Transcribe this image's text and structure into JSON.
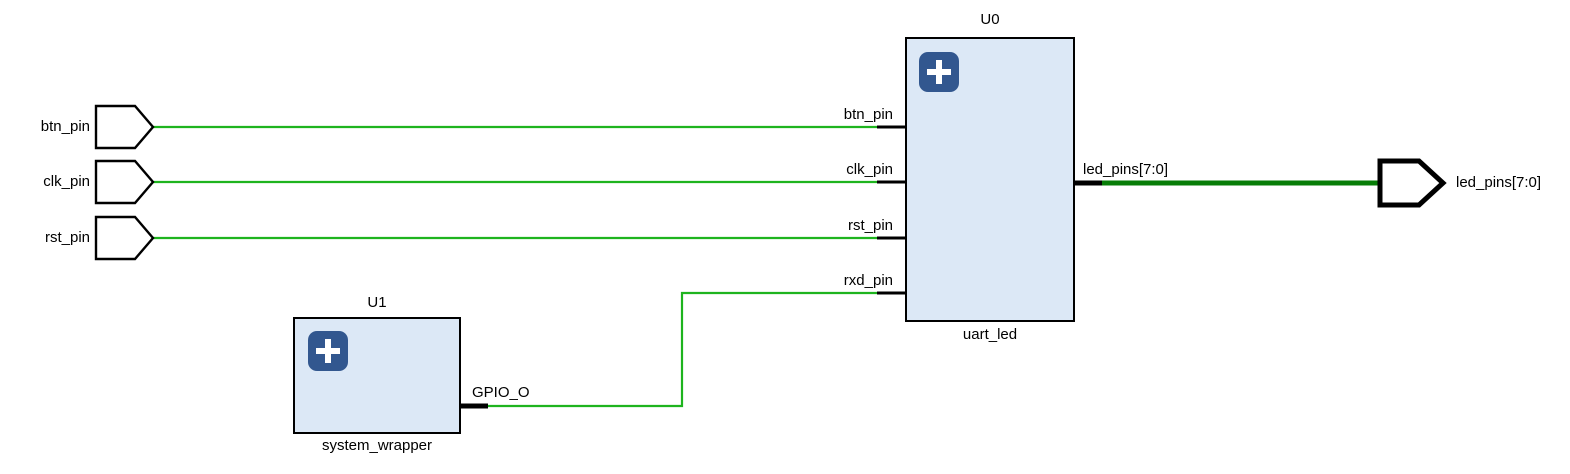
{
  "colors": {
    "net": "#1eb41e",
    "bus": "#077d07",
    "block_fill": "#dce8f6",
    "block_border": "#000000",
    "icon_bg": "#32578f",
    "icon_fg": "#ffffff",
    "port_fill": "#ffffff",
    "port_border": "#000000",
    "text": "#000000"
  },
  "icons": {
    "block_expand": "plus-icon"
  },
  "ports": {
    "inputs": [
      {
        "name": "btn_pin"
      },
      {
        "name": "clk_pin"
      },
      {
        "name": "rst_pin"
      }
    ],
    "outputs": [
      {
        "name": "led_pins[7:0]"
      }
    ]
  },
  "blocks": [
    {
      "instance": "U0",
      "name": "uart_led",
      "pins": {
        "inputs": [
          "btn_pin",
          "clk_pin",
          "rst_pin",
          "rxd_pin"
        ],
        "outputs": [
          "led_pins[7:0]"
        ]
      }
    },
    {
      "instance": "U1",
      "name": "system_wrapper",
      "pins": {
        "inputs": [],
        "outputs": [
          "GPIO_O"
        ]
      }
    }
  ]
}
